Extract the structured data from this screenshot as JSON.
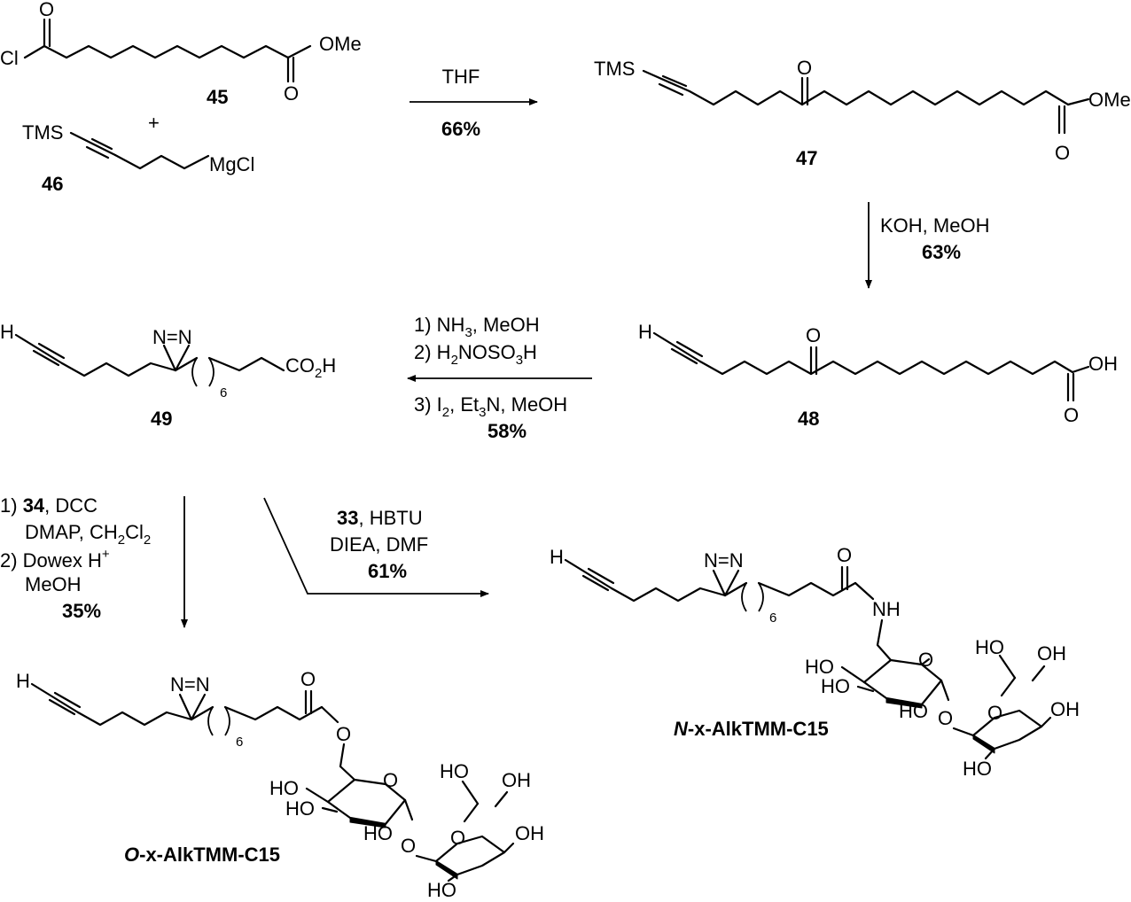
{
  "atoms": {
    "cl": "Cl",
    "o": "O",
    "ome": "OMe",
    "tms": "TMS",
    "mgcl": "MgCl",
    "h": "H",
    "nn": "N=N",
    "oh": "OH",
    "ho": "HO",
    "co2h_pre": "CO",
    "co2h_sub": "2",
    "co2h_post": "H",
    "nh": "NH",
    "sub6": "6",
    "plus": "+"
  },
  "compounds": {
    "c45": "45",
    "c46": "46",
    "c47": "47",
    "c48": "48",
    "c49": "49",
    "nx_prefix": "N",
    "ox_prefix": "O",
    "name_suffix": "-x-AlkTMM-C15"
  },
  "reactions": {
    "r1": {
      "reagent": "THF",
      "yield": "66%"
    },
    "r2": {
      "reagent": "KOH, MeOH",
      "yield": "63%"
    },
    "r3": {
      "s1_a": "1) NH",
      "s1_sub": "3",
      "s1_b": ", MeOH",
      "s2_a": "2) H",
      "s2_sub1": "2",
      "s2_b": "NOSO",
      "s2_sub2": "3",
      "s2_c": "H",
      "s3_a": "3) I",
      "s3_sub1": "2",
      "s3_b": ", Et",
      "s3_sub2": "3",
      "s3_c": "N, MeOH",
      "yield": "58%"
    },
    "r4": {
      "l1_a": "1) ",
      "l1_bold": "34",
      "l1_b": ", DCC",
      "l2_a": "DMAP, CH",
      "l2_sub1": "2",
      "l2_b": "Cl",
      "l2_sub2": "2",
      "l3_a": "2) Dowex H",
      "l3_sup": "+",
      "l4": "MeOH",
      "yield": "35%"
    },
    "r5": {
      "l1_bold": "33",
      "l1_b": ", HBTU",
      "l2": "DIEA, DMF",
      "yield": "61%"
    }
  }
}
